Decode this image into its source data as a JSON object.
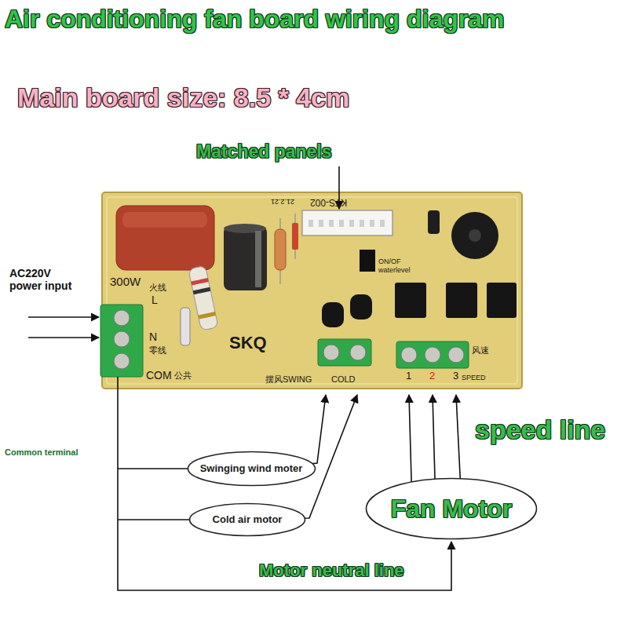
{
  "diagram": {
    "title": "Air conditioning fan board wiring diagram",
    "nodes": [
      {
        "text": [
          "Swinging wind moter"
        ]
      },
      {
        "text": [
          "Cold air motor"
        ]
      },
      {
        "text": [
          "Fan Motor"
        ]
      }
    ],
    "labels": [
      "Main board size: 8.5 * 4cm",
      "Matched panels",
      "AC220V power input",
      "Common terminal",
      "speed line",
      "Motor neutral line",
      "300W",
      "火线",
      "L",
      "N",
      "零线",
      "COM",
      "公共",
      "SKQ",
      "摆风SWING",
      "COLD",
      "1",
      "2",
      "3",
      "SPEED",
      "风速",
      "KTS-002",
      "21.2.21",
      "ON/OF",
      "waterlevel"
    ]
  }
}
